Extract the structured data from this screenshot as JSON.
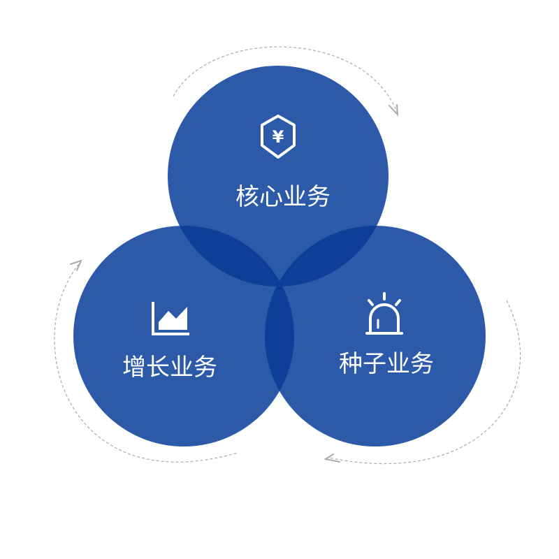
{
  "colors": {
    "circle_fill": "#2c5aa8",
    "overlap_fill": "#0d3f99",
    "icon_stroke": "#ffffff",
    "label_text": "#ffffff",
    "dashed_arc": "#aaaaaa"
  },
  "circles": [
    {
      "id": "core",
      "label": "核心业务",
      "icon": "shield-yen-icon",
      "icon_glyph": "¥"
    },
    {
      "id": "growth",
      "label": "增长业务",
      "icon": "area-chart-icon"
    },
    {
      "id": "seed",
      "label": "种子业务",
      "icon": "alarm-light-icon"
    }
  ]
}
